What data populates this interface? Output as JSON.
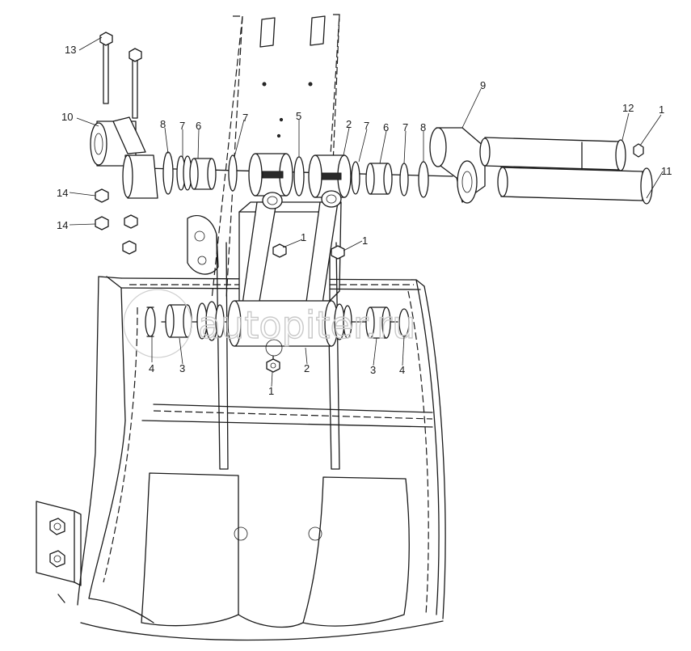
{
  "watermark": {
    "text": "autopiter.ru"
  },
  "callouts": [
    {
      "id": "c13",
      "text": "13"
    },
    {
      "id": "c10",
      "text": "10"
    },
    {
      "id": "c8a",
      "text": "8"
    },
    {
      "id": "c7a",
      "text": "7"
    },
    {
      "id": "c6a",
      "text": "6"
    },
    {
      "id": "c7b",
      "text": "7"
    },
    {
      "id": "c5",
      "text": "5"
    },
    {
      "id": "c2a",
      "text": "2"
    },
    {
      "id": "c7c",
      "text": "7"
    },
    {
      "id": "c6b",
      "text": "6"
    },
    {
      "id": "c7d",
      "text": "7"
    },
    {
      "id": "c8b",
      "text": "8"
    },
    {
      "id": "c9",
      "text": "9"
    },
    {
      "id": "c12",
      "text": "12"
    },
    {
      "id": "c1a",
      "text": "1"
    },
    {
      "id": "c11",
      "text": "11"
    },
    {
      "id": "c14a",
      "text": "14"
    },
    {
      "id": "c14b",
      "text": "14"
    },
    {
      "id": "c1b",
      "text": "1"
    },
    {
      "id": "c1c",
      "text": "1"
    },
    {
      "id": "c4a",
      "text": "4"
    },
    {
      "id": "c3a",
      "text": "3"
    },
    {
      "id": "c2b",
      "text": "2"
    },
    {
      "id": "c3b",
      "text": "3"
    },
    {
      "id": "c4b",
      "text": "4"
    },
    {
      "id": "c1d",
      "text": "1"
    }
  ]
}
